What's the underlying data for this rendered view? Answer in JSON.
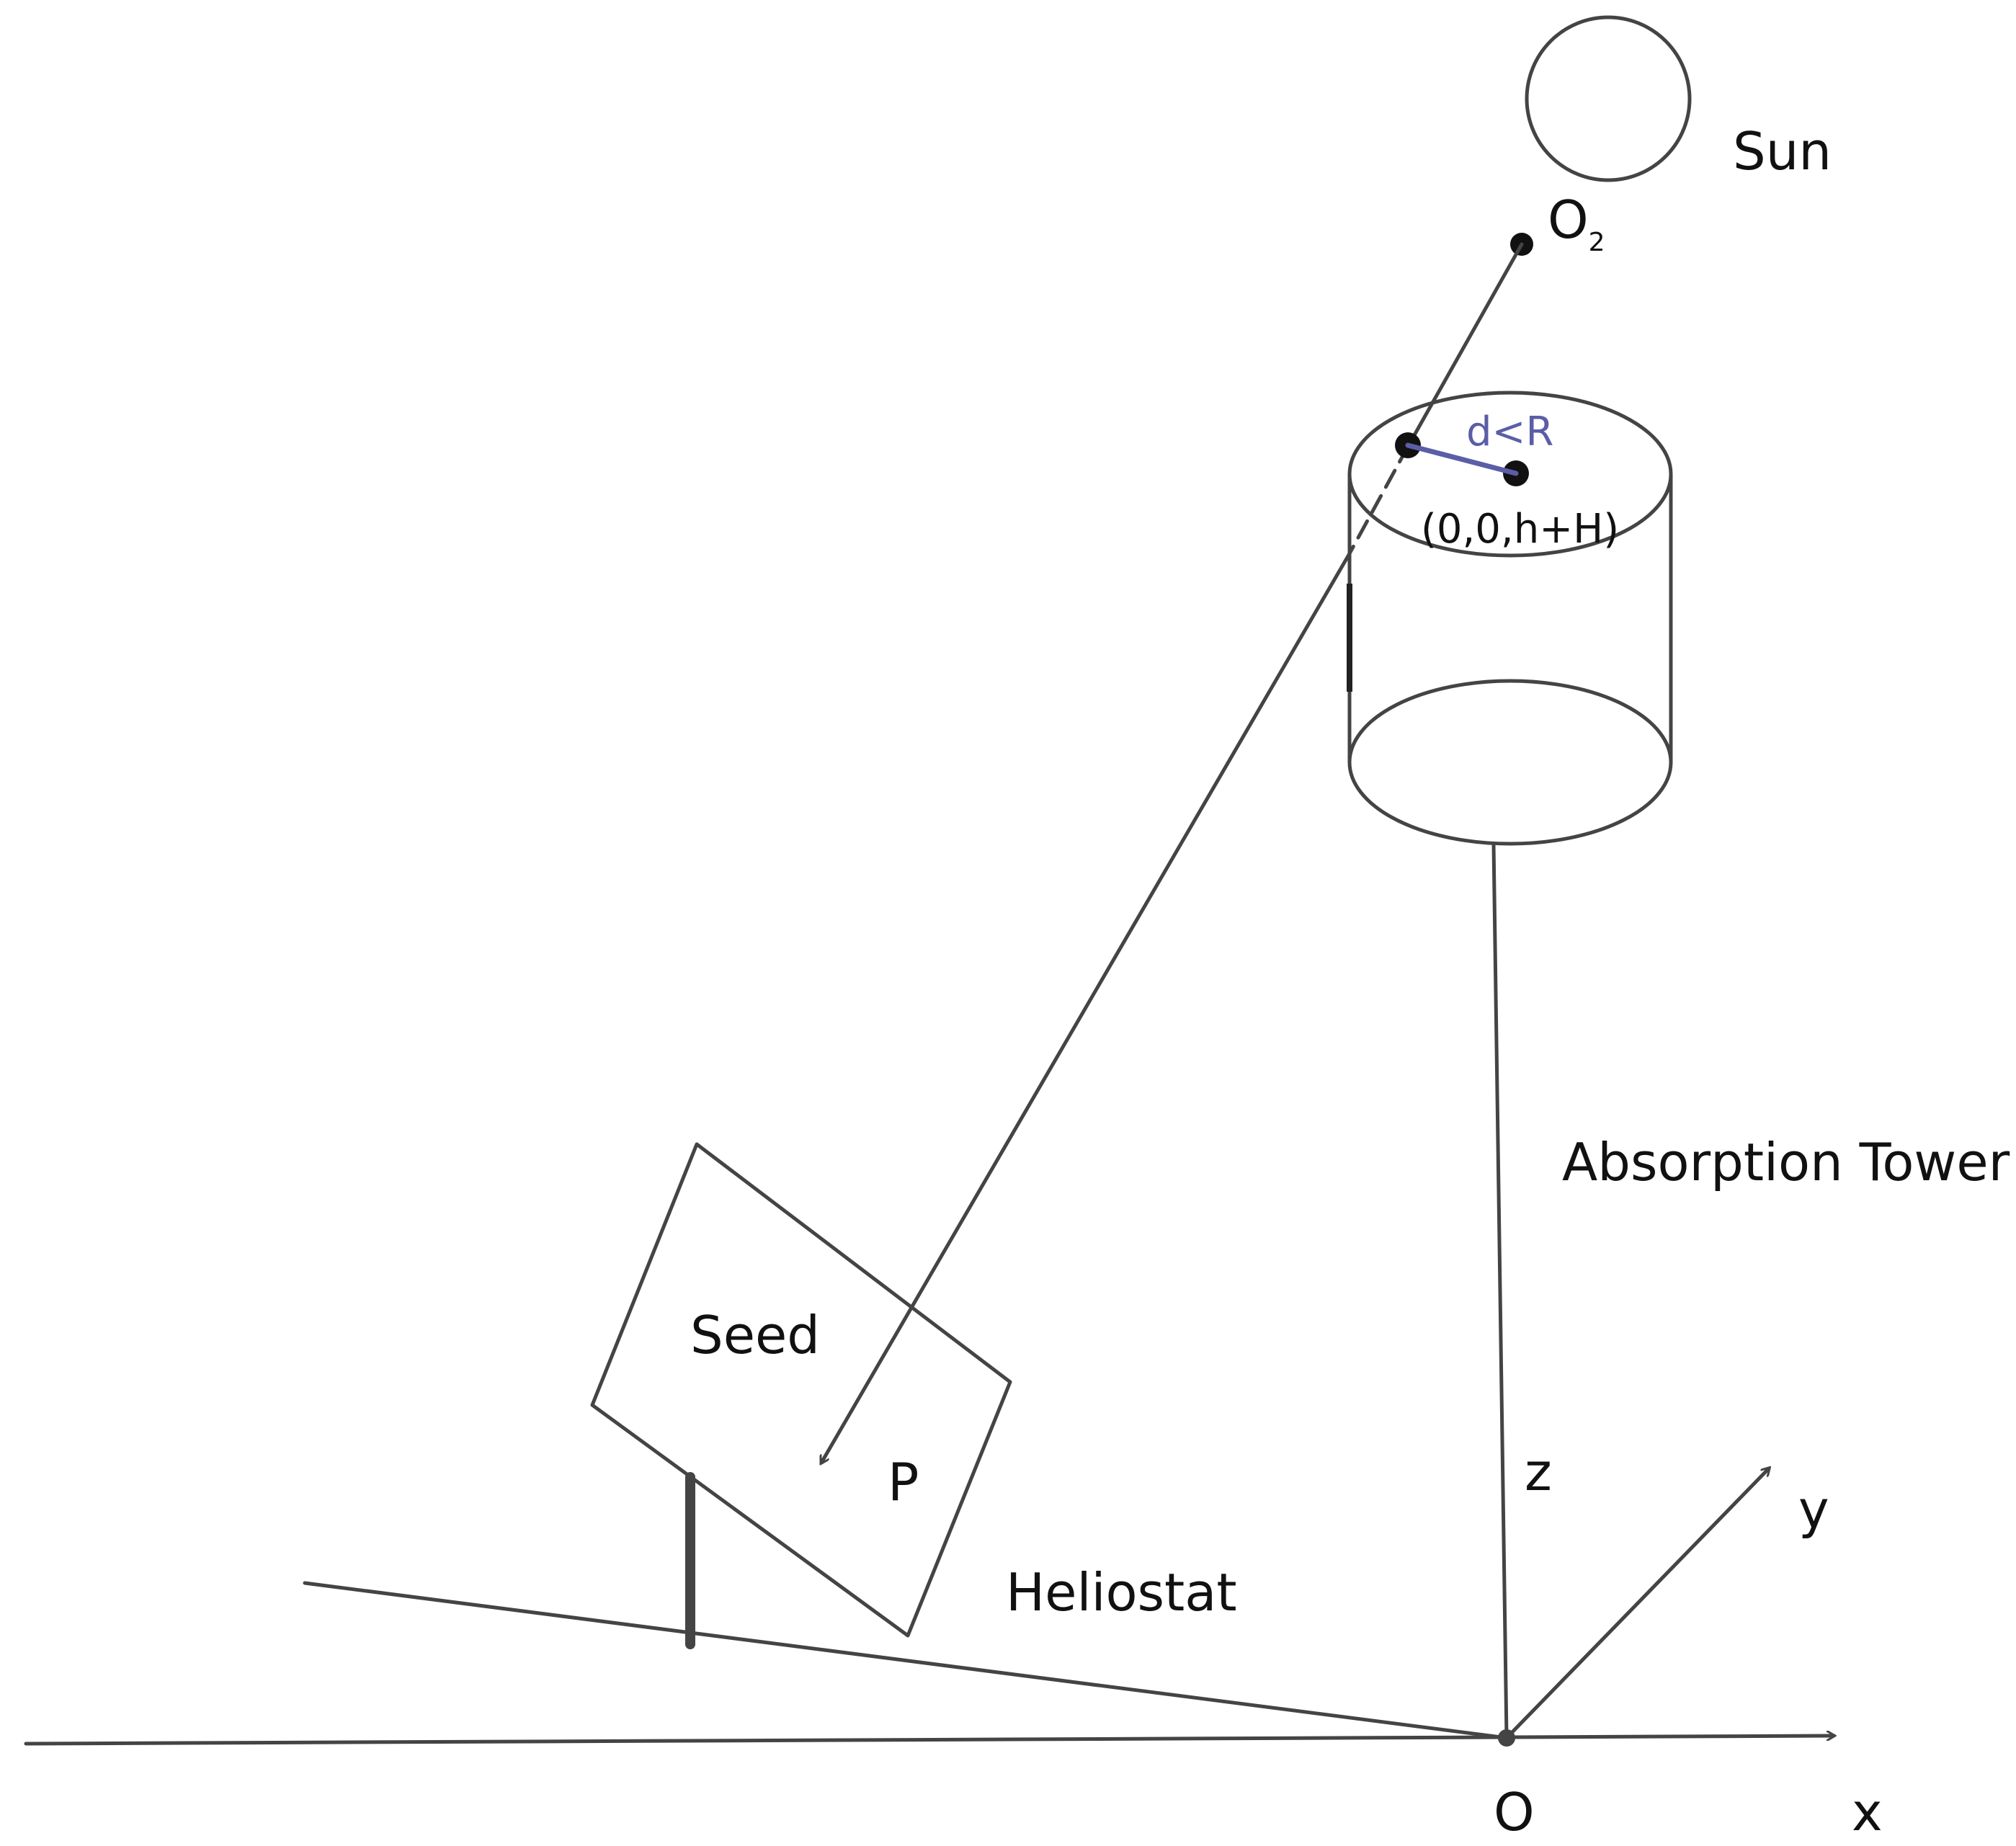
{
  "labels": {
    "sun": "Sun",
    "sun_point": "O",
    "sun_point_sub": "2",
    "distance": "d<R",
    "receiver_center": "(0,0,h+H)",
    "tower": "Absorption Tower",
    "seed": "Seed",
    "point_p": "P",
    "heliostat": "Heliostat",
    "axis_z": "z",
    "axis_y": "y",
    "axis_x": "x",
    "origin": "O"
  },
  "colors": {
    "stroke": "#444444",
    "text": "#111111",
    "accent": "#5b5ea6",
    "background": "#ffffff"
  }
}
